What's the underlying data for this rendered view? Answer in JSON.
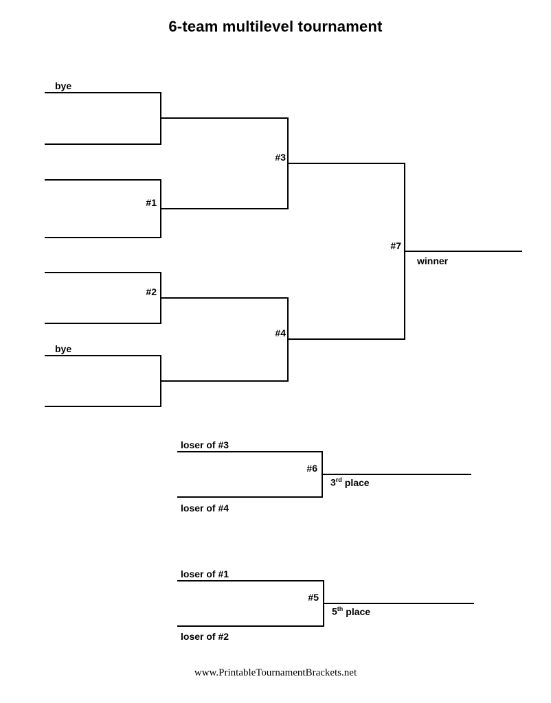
{
  "page": {
    "title": "6-team multilevel tournament",
    "footer": "www.PrintableTournamentBrackets.net"
  },
  "main_bracket": {
    "bye_top": "bye",
    "bye_bottom": "bye",
    "games": {
      "g1": "#1",
      "g2": "#2",
      "g3": "#3",
      "g4": "#4",
      "g7": "#7"
    },
    "winner_label": "winner"
  },
  "third_place_bracket": {
    "loser_top": "loser of #3",
    "loser_bottom": "loser of #4",
    "game": "#6",
    "place": {
      "number": "3",
      "suffix": "rd",
      "word": "place"
    }
  },
  "fifth_place_bracket": {
    "loser_top": "loser of #1",
    "loser_bottom": "loser of #2",
    "game": "#5",
    "place": {
      "number": "5",
      "suffix": "th",
      "word": "place"
    }
  }
}
